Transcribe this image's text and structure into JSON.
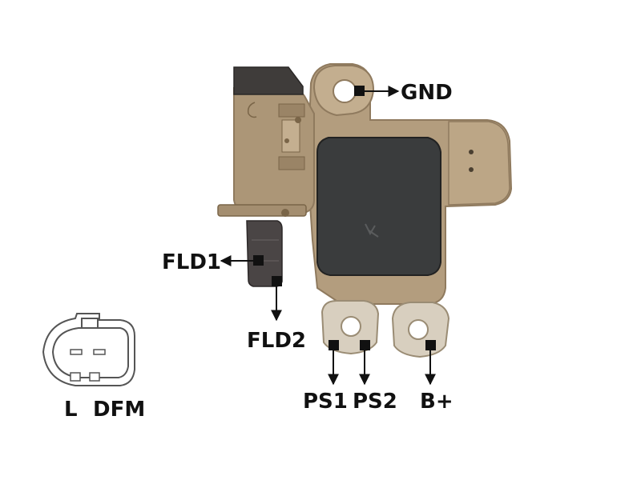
{
  "labels": {
    "gnd": "GND",
    "fld1": "FLD1",
    "fld2": "FLD2",
    "ps1": "PS1",
    "ps2": "PS2",
    "b_plus": "B+",
    "l": "L",
    "dfm": "DFM"
  },
  "colors": {
    "housing": "#b39d7e",
    "housing_shadow": "#8f7a5e",
    "housing_light": "#cbb899",
    "chip": "#3a3c3d",
    "brush": "#4a4545",
    "terminal": "#d8cfbf",
    "marker": "#111111"
  }
}
